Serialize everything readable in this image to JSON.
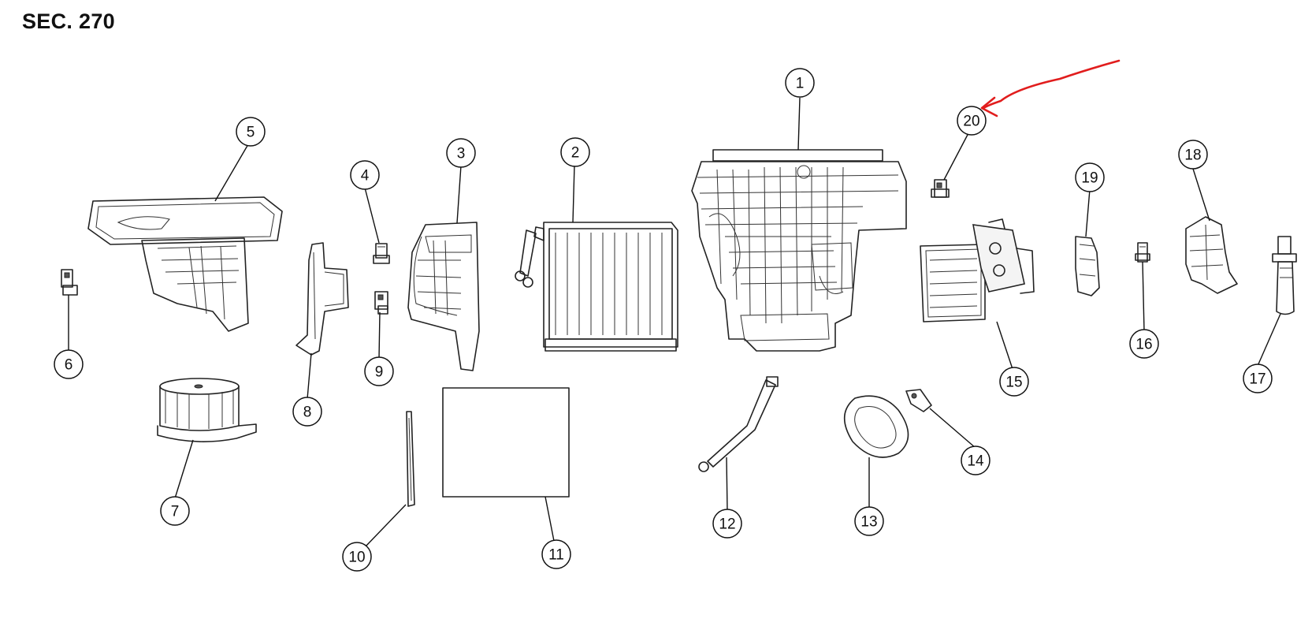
{
  "title": "SEC. 270",
  "annotation_color": "#e11d1d",
  "callouts": [
    {
      "id": "1",
      "label": "1"
    },
    {
      "id": "2",
      "label": "2"
    },
    {
      "id": "3",
      "label": "3"
    },
    {
      "id": "4",
      "label": "4"
    },
    {
      "id": "5",
      "label": "5"
    },
    {
      "id": "6",
      "label": "6"
    },
    {
      "id": "7",
      "label": "7"
    },
    {
      "id": "8",
      "label": "8"
    },
    {
      "id": "9",
      "label": "9"
    },
    {
      "id": "10",
      "label": "10"
    },
    {
      "id": "11",
      "label": "11"
    },
    {
      "id": "12",
      "label": "12"
    },
    {
      "id": "13",
      "label": "13"
    },
    {
      "id": "14",
      "label": "14"
    },
    {
      "id": "15",
      "label": "15"
    },
    {
      "id": "16",
      "label": "16"
    },
    {
      "id": "17",
      "label": "17"
    },
    {
      "id": "18",
      "label": "18"
    },
    {
      "id": "19",
      "label": "19"
    },
    {
      "id": "20",
      "label": "20"
    }
  ]
}
